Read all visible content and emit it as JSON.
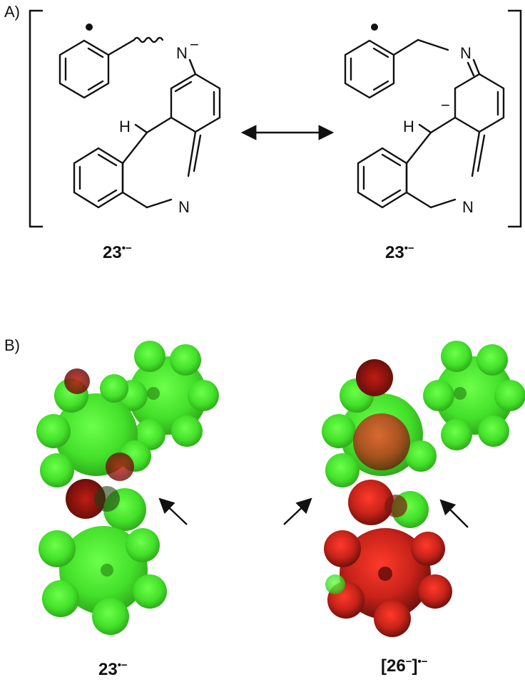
{
  "panel_a": {
    "label": "A)",
    "left_structure": {
      "compound": "23",
      "charge": "•−",
      "atoms": {
        "n_amine": "N",
        "n_minus": "−",
        "h": "H",
        "n_ring": "N"
      }
    },
    "right_structure": {
      "compound": "23",
      "charge": "•−",
      "atoms": {
        "n_imine": "N",
        "c_minus": "−",
        "h": "H",
        "n_ring": "N"
      }
    }
  },
  "panel_b": {
    "label": "B)",
    "left_surface": {
      "compound": "23",
      "charge": "•−",
      "colors": {
        "neutral": "#43e02a",
        "negative": "#b01e14"
      }
    },
    "right_surface": {
      "compound": "[26",
      "inner_charge": "−",
      "bracket_close": "]",
      "charge": "•−",
      "colors": {
        "neutral": "#43e02a",
        "negative": "#c8231a"
      }
    }
  }
}
